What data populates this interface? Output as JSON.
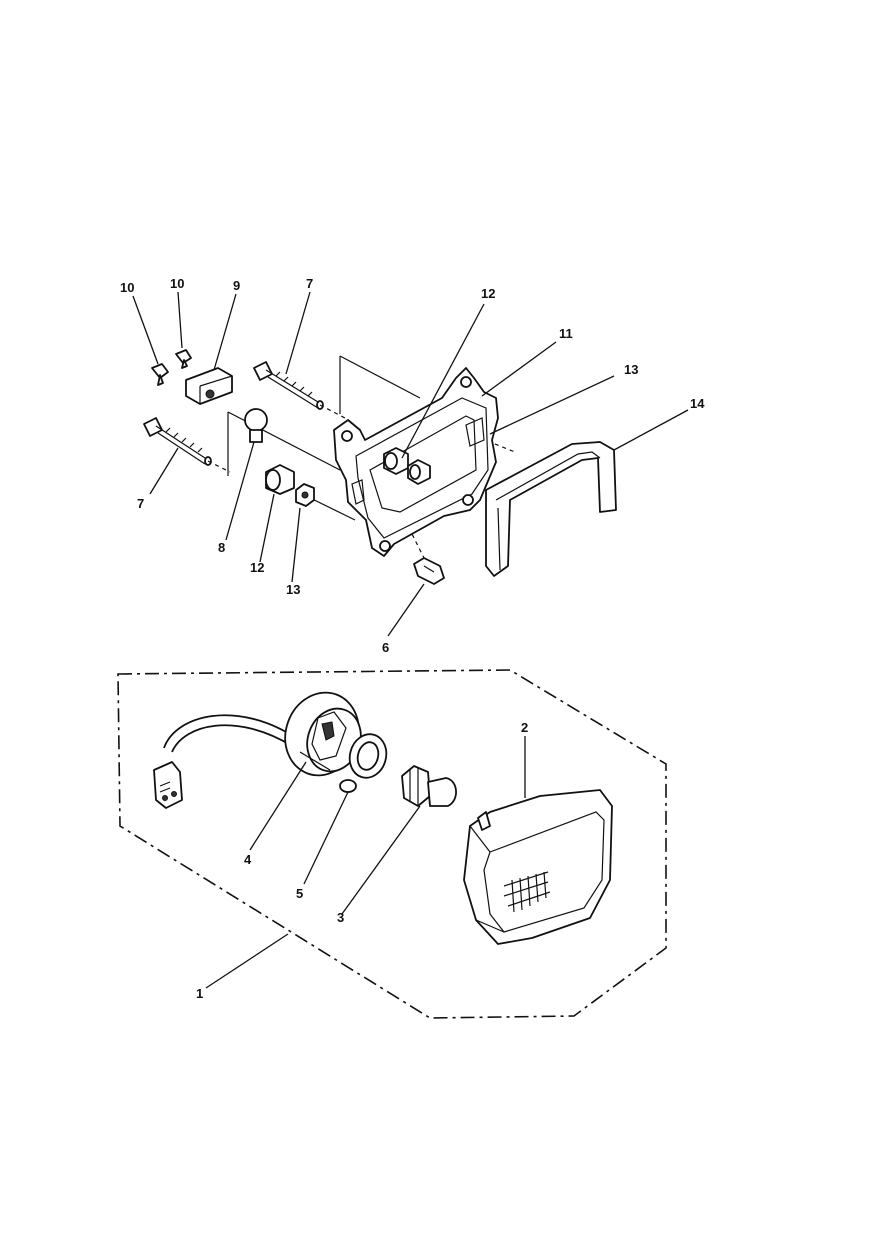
{
  "diagram": {
    "callouts": [
      {
        "id": "c10a",
        "text": "10"
      },
      {
        "id": "c10b",
        "text": "10"
      },
      {
        "id": "c9",
        "text": "9"
      },
      {
        "id": "c7a",
        "text": "7"
      },
      {
        "id": "c12a",
        "text": "12"
      },
      {
        "id": "c11",
        "text": "11"
      },
      {
        "id": "c13a",
        "text": "13"
      },
      {
        "id": "c14",
        "text": "14"
      },
      {
        "id": "c7b",
        "text": "7"
      },
      {
        "id": "c8",
        "text": "8"
      },
      {
        "id": "c12b",
        "text": "12"
      },
      {
        "id": "c13b",
        "text": "13"
      },
      {
        "id": "c6",
        "text": "6"
      },
      {
        "id": "c2",
        "text": "2"
      },
      {
        "id": "c4",
        "text": "4"
      },
      {
        "id": "c5",
        "text": "5"
      },
      {
        "id": "c3",
        "text": "3"
      },
      {
        "id": "c1",
        "text": "1"
      }
    ]
  }
}
